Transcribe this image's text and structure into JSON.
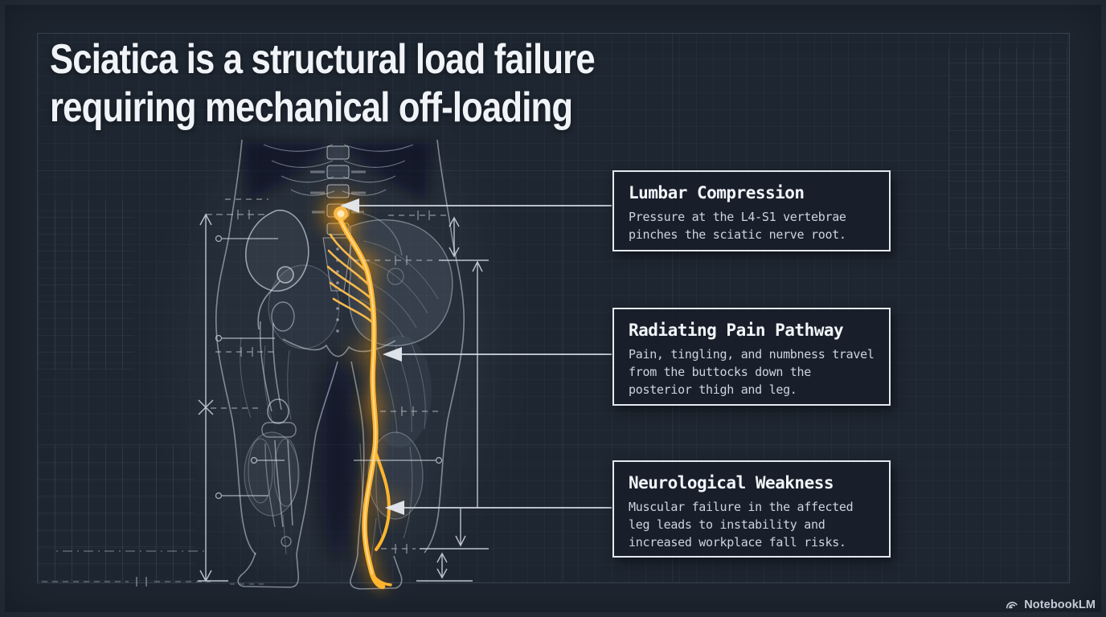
{
  "page": {
    "title_line1": "Sciatica is a structural load failure",
    "title_line2": "requiring mechanical off-loading"
  },
  "callouts": [
    {
      "title": "Lumbar Compression",
      "body": "Pressure at the L4-S1 vertebrae pinches the sciatic nerve root."
    },
    {
      "title": "Radiating Pain Pathway",
      "body": "Pain, tingling, and numbness travel from the buttocks down the posterior thigh and leg."
    },
    {
      "title": "Neurological Weakness",
      "body": "Muscular failure in the affected leg leads to instability and increased workplace fall risks."
    }
  ],
  "brand": {
    "label": "NotebookLM",
    "icon": "notebooklm-arc-icon"
  },
  "figure": {
    "alt": "Rear-view X-ray style illustration of the pelvis and legs with the sciatic nerve glowing orange from the L4-S1 vertebrae down the right posterior thigh, calf and heel, annotated with blueprint dimension lines"
  },
  "colors": {
    "background": "#1e2631",
    "panel": "#181f2a",
    "panel_border": "#e4eaf1",
    "text_primary": "#f0f3f7",
    "text_secondary": "#ccd5df",
    "accent_orange": "#ffb52e",
    "glow_orange": "#ff9d00",
    "line": "#d9e0e8"
  }
}
